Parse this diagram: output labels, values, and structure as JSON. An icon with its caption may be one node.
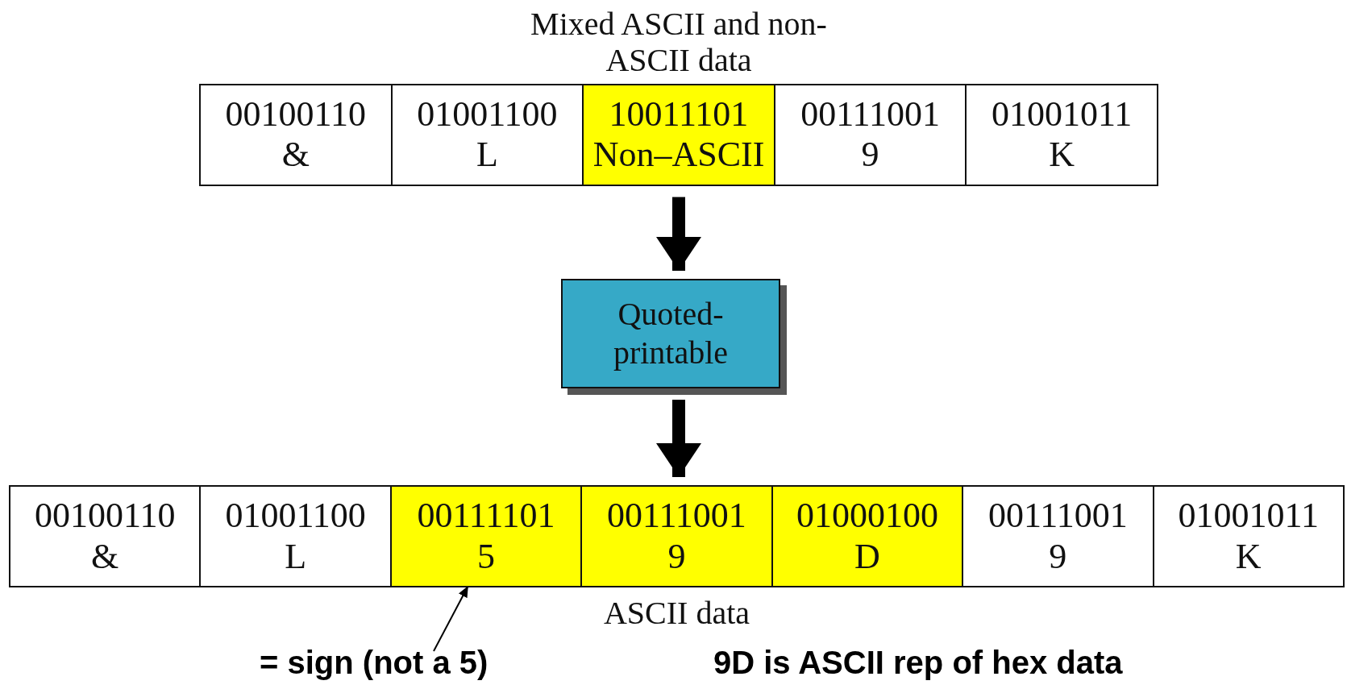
{
  "diagram": {
    "nodes": [
      {
        "text": [
          "Mixed ASCII and non-ASCII data"
        ]
      },
      {
        "text": [
          "00100110",
          "&"
        ],
        "in": 0
      },
      {
        "text": [
          "01001100",
          "L"
        ],
        "in": 0
      },
      {
        "text": [
          "10011101",
          "Non–ASCII"
        ],
        "in": 0
      },
      {
        "text": [
          "00111001",
          "9"
        ],
        "in": 0
      },
      {
        "text": [
          "01001011",
          "K"
        ],
        "in": 0
      },
      {
        "text": [
          "Quoted- printable"
        ]
      },
      {
        "text": [
          "ASCII data"
        ]
      },
      {
        "text": [
          "00100110",
          "&"
        ],
        "in": 7
      },
      {
        "text": [
          "01001100",
          "L"
        ],
        "in": 7
      },
      {
        "text": [
          "00111101",
          "5"
        ],
        "in": 7
      },
      {
        "text": [
          "00111001",
          "9"
        ],
        "in": 7
      },
      {
        "text": [
          "01000100",
          "D"
        ],
        "in": 7
      },
      {
        "text": [
          "00111001",
          "9"
        ],
        "in": 7
      },
      {
        "text": [
          "01001011",
          "K"
        ],
        "in": 7
      },
      {
        "text": [
          "= sign (not a 5)"
        ]
      }
    ],
    "edges": [
      {
        "from": 0,
        "to": 6,
        "arrow": "to"
      },
      {
        "from": 6,
        "to": 7,
        "arrow": "to"
      },
      {
        "from": 15,
        "to": 10,
        "arrow": "to"
      }
    ],
    "labels": [
      "9D is ASCII rep of hex data"
    ]
  }
}
